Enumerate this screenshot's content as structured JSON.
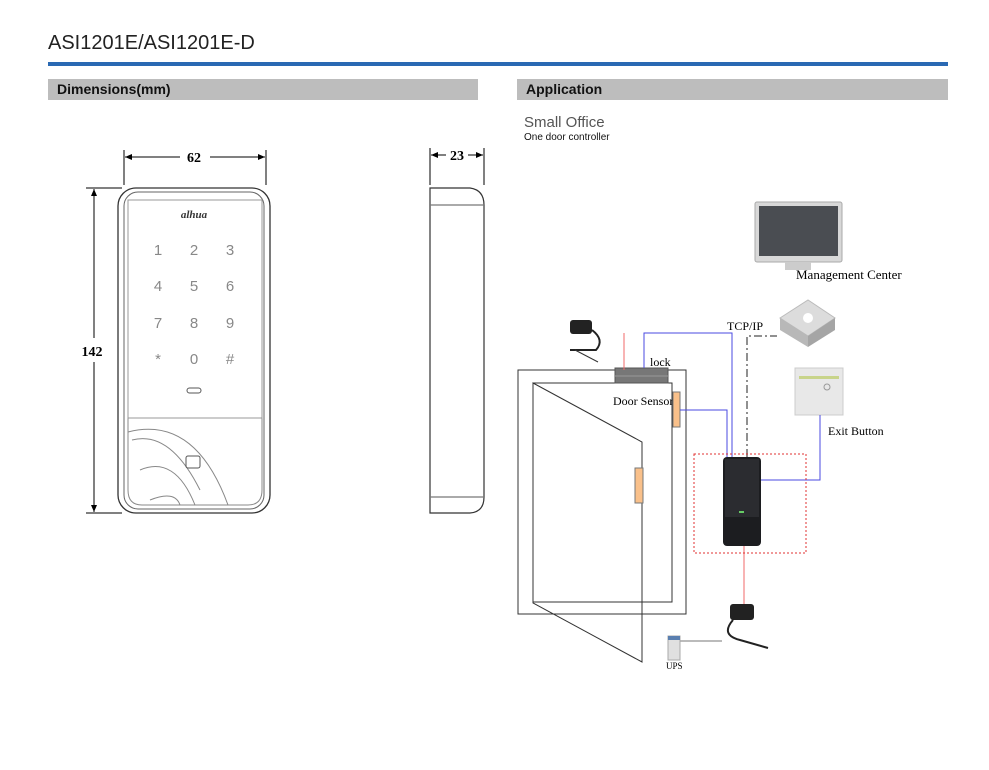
{
  "document": {
    "title": "ASI1201E/ASI1201E-D",
    "accent_color": "#2a69b3"
  },
  "dimensions": {
    "heading": "Dimensions(mm)",
    "width": "62",
    "height": "142",
    "depth": "23",
    "keypad": [
      "1",
      "2",
      "3",
      "4",
      "5",
      "6",
      "7",
      "8",
      "9",
      "*",
      "0",
      "#"
    ],
    "brand": "alhua"
  },
  "application": {
    "heading": "Application",
    "scenario": "Small Office",
    "scenario_detail": "One door controller",
    "labels": {
      "management_center": "Management Center",
      "tcp_ip": "TCP/IP",
      "lock": "lock",
      "door_sensor": "Door Sensor",
      "exit_button": "Exit Button",
      "ups": "UPS"
    }
  }
}
